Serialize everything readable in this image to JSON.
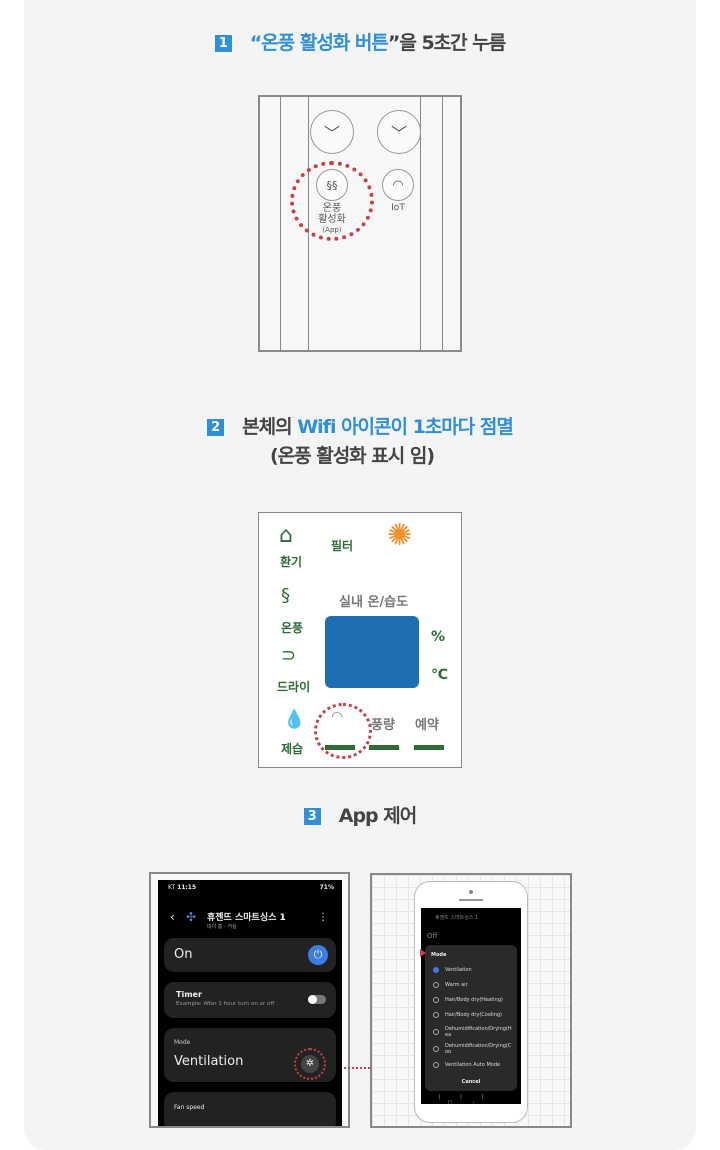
{
  "step1": {
    "num": "1",
    "quote_open": "“",
    "highlight": "온풍 활성화 버튼",
    "rest": "”을 5초간 누름"
  },
  "remote": {
    "button_label_1": "온풍",
    "button_label_2": "활성화",
    "button_label_3": "(App)",
    "iot_label": "IoT"
  },
  "step2": {
    "num": "2",
    "prefix": "본체의 ",
    "highlight": "Wifi 아이콘이 1초마다 점멸",
    "subtitle": "(온풍 활성화 표시 임)"
  },
  "panel": {
    "ventilation": "환기",
    "filter": "필터",
    "warm": "온풍",
    "indoor": "실내 온/습도",
    "percent": "%",
    "celsius": "℃",
    "dry": "드라이",
    "dehumid": "제습",
    "fan": "풍량",
    "reserve": "예약"
  },
  "step3": {
    "num": "3",
    "title": "App 제어"
  },
  "app": {
    "carrier": "KT",
    "time": "11:15",
    "battery": "71%",
    "device_name": "휴젠뜨 스마트싱스 1",
    "location": "띠이 홈 - 거실",
    "power": "On",
    "timer_title": "Timer",
    "timer_hint": "Example: After 1 hour turn on or off",
    "mode_label": "Mode",
    "mode_value": "Ventilation",
    "fan_speed": "Fan speed"
  },
  "dialog": {
    "device_name": "휴젠뜨 스마트싱스 1",
    "power": "Off",
    "title": "Mode",
    "options": [
      "Ventilation",
      "Warm air",
      "Hair/Body dry(Heating)",
      "Hair/Body dry(Cooling)",
      "Dehumidification/Drying(Hea",
      "Dehumidification/Drying(Coo",
      "Ventilation Auto Mode"
    ],
    "selected": 0,
    "cancel": "Cancel"
  },
  "colors": {
    "accent": "#2f8fd8",
    "green": "#2e6b35",
    "highlight_ring": "#c9404a",
    "display": "#1f6fb0"
  }
}
